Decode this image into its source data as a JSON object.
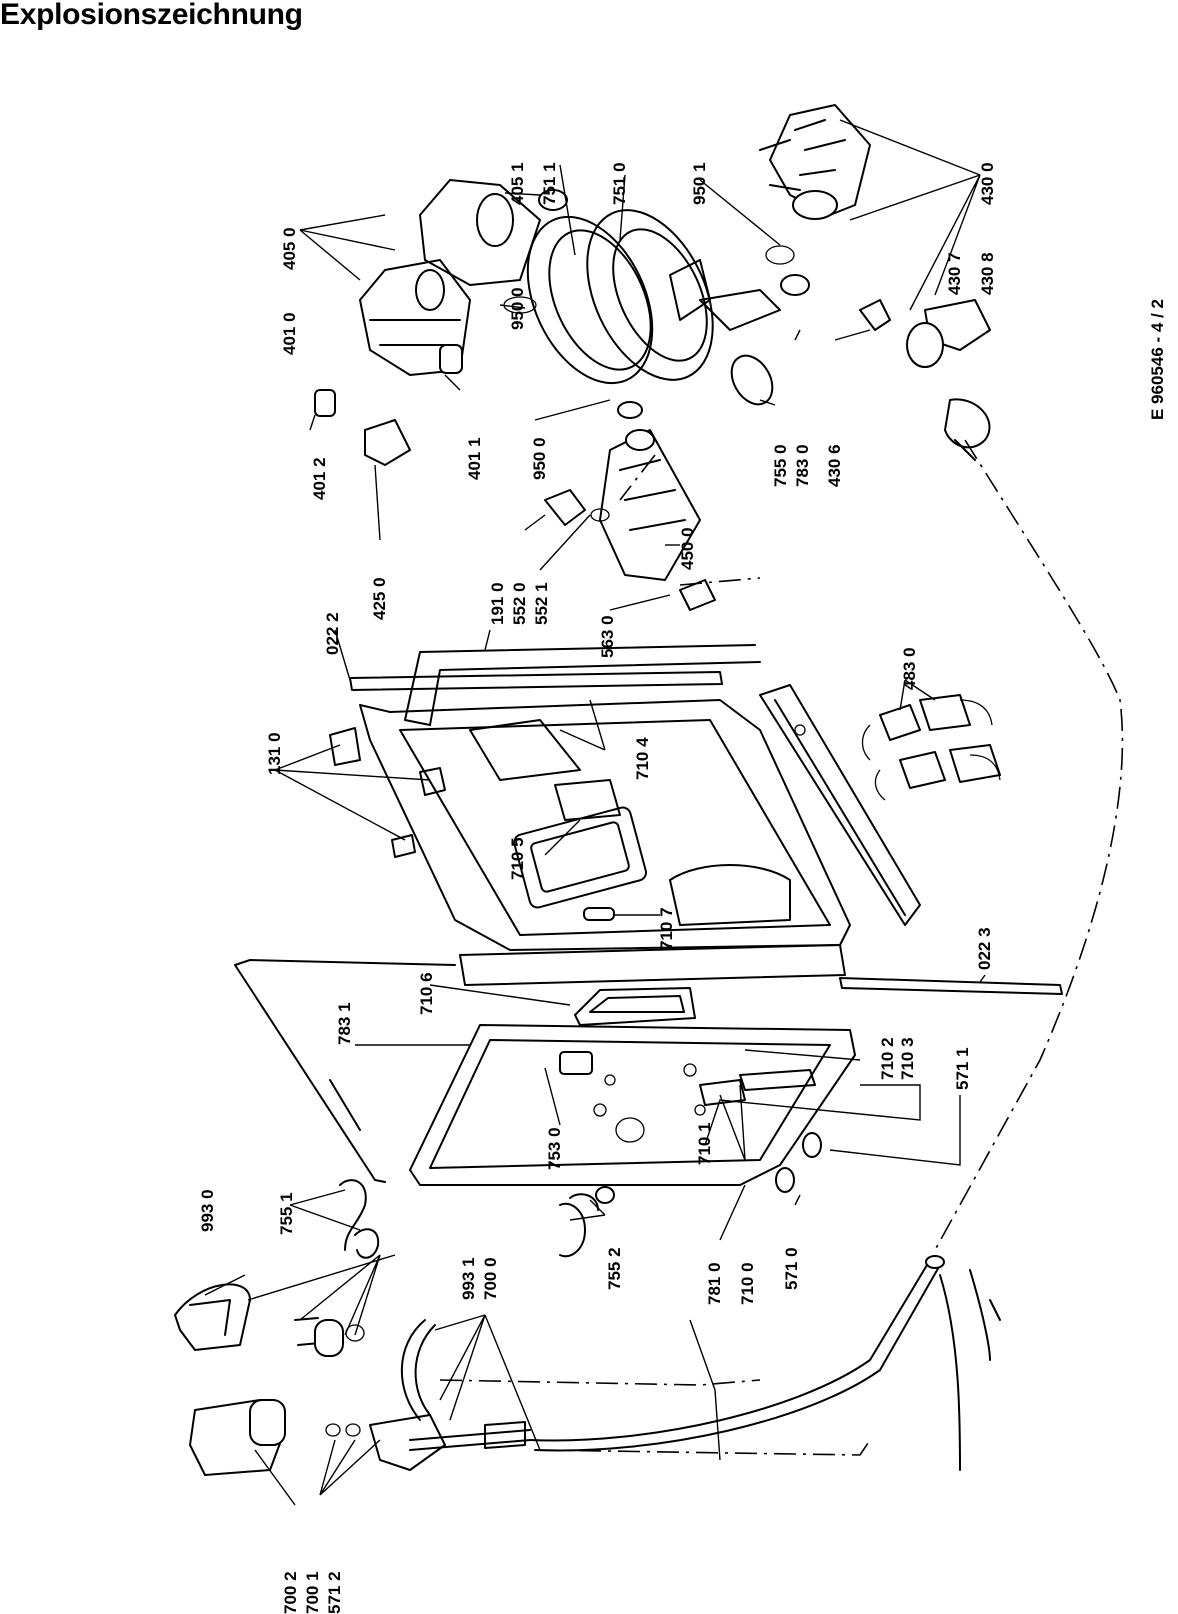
{
  "title": "Explosionszeichnung",
  "doc_code": "E 960546 - 4 / 2",
  "labels": {
    "l_405_0": "405 0",
    "l_405_1": "405 1",
    "l_751_1": "751 1",
    "l_751_0": "751 0",
    "l_950_1": "950 1",
    "l_430_0": "430 0",
    "l_401_0": "401 0",
    "l_950_0a": "950 0",
    "l_430_7": "430 7",
    "l_430_8": "430 8",
    "l_401_1": "401 1",
    "l_401_2": "401 2",
    "l_950_0b": "950 0",
    "l_755_0": "755 0",
    "l_783_0": "783 0",
    "l_430_6": "430 6",
    "l_425_0": "425 0",
    "l_191_0": "191 0",
    "l_552_0": "552 0",
    "l_552_1": "552 1",
    "l_450_0": "450 0",
    "l_022_2": "022 2",
    "l_563_0": "563 0",
    "l_483_0": "483 0",
    "l_131_0": "131 0",
    "l_710_4": "710 4",
    "l_710_5": "710 5",
    "l_710_7": "710 7",
    "l_022_3": "022 3",
    "l_783_1": "783 1",
    "l_710_6": "710 6",
    "l_710_2": "710 2",
    "l_710_3": "710 3",
    "l_571_1": "571 1",
    "l_753_0": "753 0",
    "l_710_1": "710 1",
    "l_993_0": "993 0",
    "l_755_1": "755 1",
    "l_993_1": "993 1",
    "l_700_0": "700 0",
    "l_755_2": "755 2",
    "l_571_0": "571 0",
    "l_781_0": "781 0",
    "l_710_0": "710 0",
    "l_700_2": "700 2",
    "l_700_1": "700 1",
    "l_571_2": "571 2"
  }
}
